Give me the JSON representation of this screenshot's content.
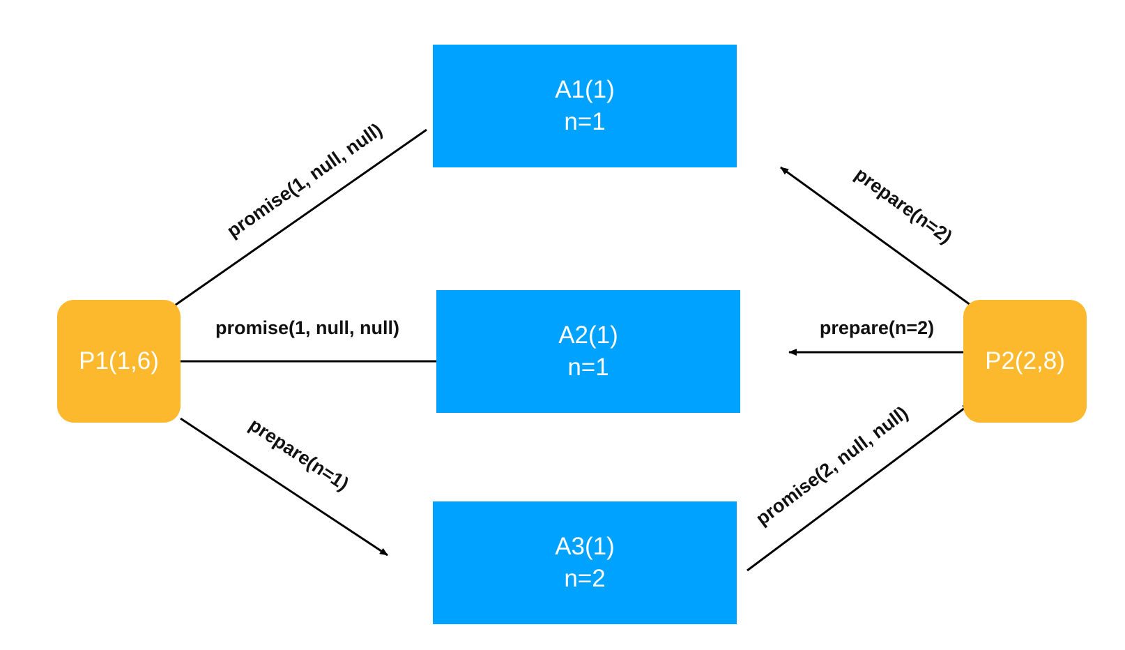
{
  "nodes": {
    "a1": {
      "name": "A1(1)",
      "value": "n=1"
    },
    "a2": {
      "name": "A2(1)",
      "value": "n=1"
    },
    "a3": {
      "name": "A3(1)",
      "value": "n=2"
    },
    "p1": {
      "name": "P1(1,6)"
    },
    "p2": {
      "name": "P2(2,8)"
    }
  },
  "edges": {
    "a1_to_p1": "promise(1, null, null)",
    "a2_to_p1": "promise(1, null, null)",
    "p1_to_a3": "prepare(n=1)",
    "p2_to_a1": "prepare(n=2)",
    "p2_to_a2": "prepare(n=2)",
    "a3_to_p2": "promise(2, null, null)"
  },
  "colors": {
    "acceptor": "#00a2ff",
    "proposer": "#fcb92e",
    "arrow": "#000000",
    "label": "#111111"
  }
}
